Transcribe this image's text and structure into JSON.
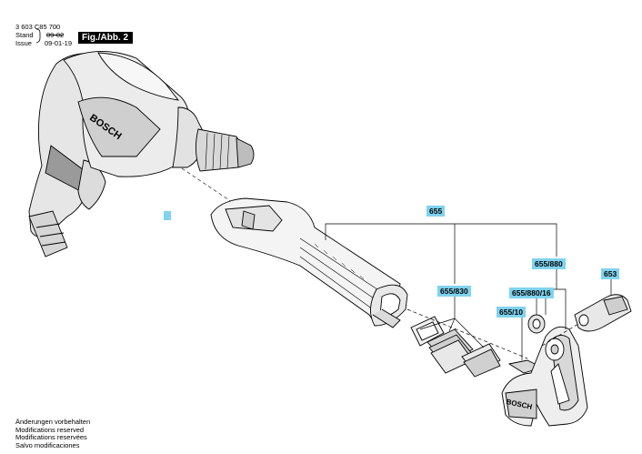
{
  "header": {
    "doc_number": "3 603 C85 700",
    "stand_label": "Stand",
    "stand_value": "09-02",
    "issue_label": "Issue",
    "issue_value": "09-01-19",
    "figure_label": "Fig./Abb. 2"
  },
  "drawing": {
    "brand_text": "BOSCH",
    "callouts": {
      "c655": "655",
      "c655_880": "655/880",
      "c653": "653",
      "c655_830": "655/830",
      "c655_880_16": "655/880/16",
      "c655_10": "655/10"
    }
  },
  "footer": {
    "lines": [
      "Änderungen vorbehalten",
      "Modifications reserved",
      "Modifications reservées",
      "Salvo modificaciones"
    ]
  },
  "colors": {
    "callout_bg": "#7fd3ee",
    "line": "#000000"
  }
}
